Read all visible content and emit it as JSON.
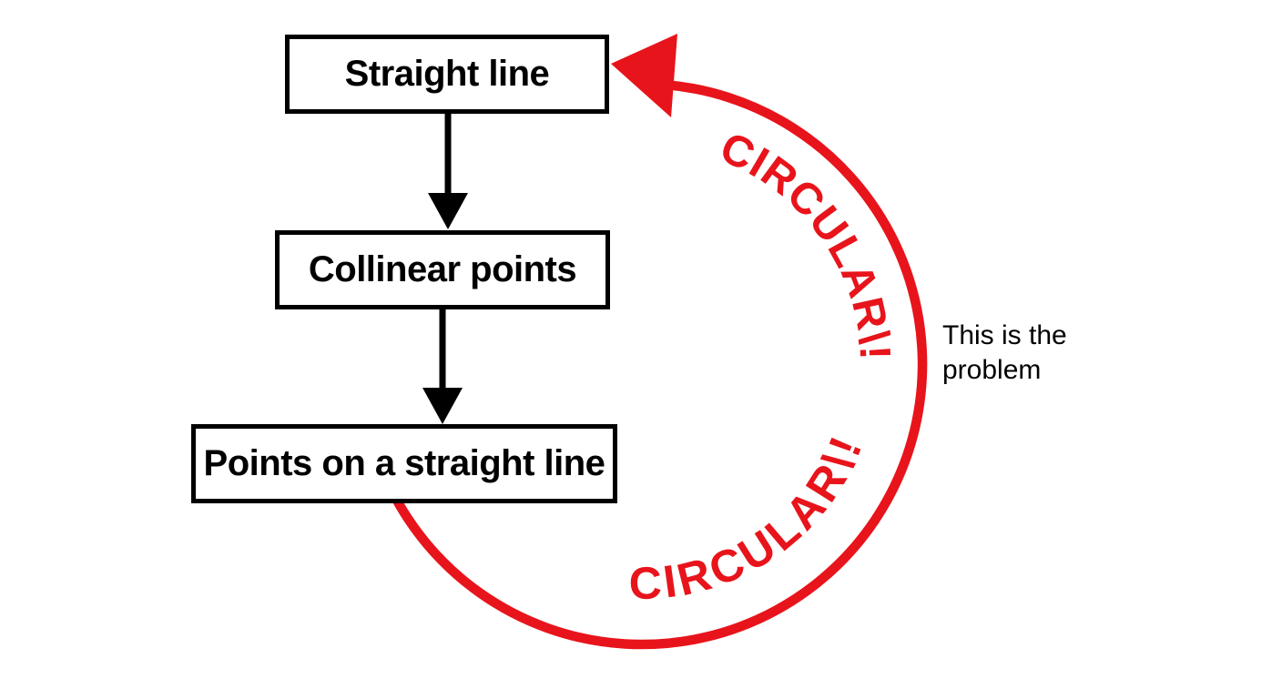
{
  "canvas": {
    "background": "#ffffff"
  },
  "colors": {
    "ink_black": "#000000",
    "accent_red": "#e8141b"
  },
  "flowchart": {
    "boxes": [
      {
        "id": "straight-line",
        "label": "Straight line"
      },
      {
        "id": "collinear-points",
        "label": "Collinear points"
      },
      {
        "id": "points-on-a-straight-line",
        "label": "Points on a straight line"
      }
    ]
  },
  "circular_arrow": {
    "label_top": "CIRCULAR\\!",
    "label_bottom": "CIRCULAR\\!"
  },
  "annotation": {
    "line1": "This is the",
    "line2": "problem"
  }
}
